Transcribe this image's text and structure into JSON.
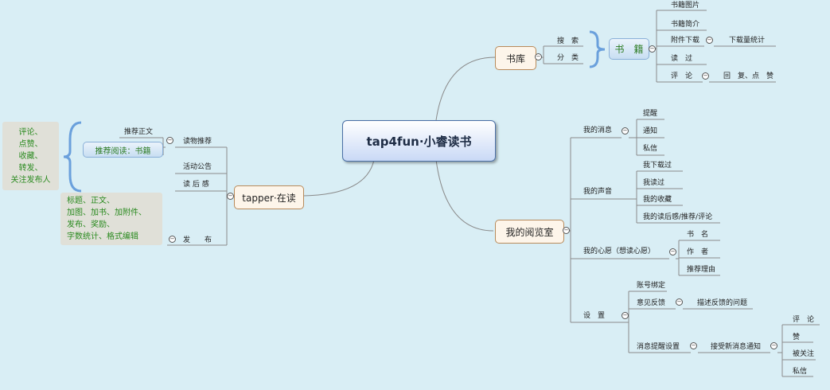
{
  "root": "tap4fun·小睿读书",
  "library": {
    "label": "书库",
    "items": [
      "搜　索",
      "分　类"
    ],
    "books_node": "书　籍",
    "book_children": [
      "书籍图片",
      "书籍简介",
      "附件下载",
      "读　过",
      "评　论"
    ],
    "download_stat": "下载量统计",
    "reply_like": "回　复、点　赞"
  },
  "reading_room": {
    "label": "我的阅览室",
    "my_messages": {
      "label": "我的消息",
      "items": [
        "提醒",
        "通知",
        "私信"
      ]
    },
    "my_voice": {
      "label": "我的声音",
      "items": [
        "我下载过",
        "我读过",
        "我的收藏",
        "我的读后感/推荐/评论"
      ]
    },
    "my_wish": {
      "label": "我的心愿（想读心愿）",
      "items": [
        "书　名",
        "作　者",
        "推荐理由"
      ]
    },
    "settings": {
      "label": "设　置",
      "items": [
        "账号绑定",
        "意见反馈",
        "消息提醒设置"
      ],
      "feedback_child": "描述反馈的问题",
      "notify_child": "接受新消息通知",
      "notify_items": [
        "评　论",
        "赞",
        "被关注",
        "私信"
      ]
    }
  },
  "tapper": {
    "label": "tapper·在读",
    "items": [
      "读物推荐",
      "活动公告",
      "读 后 感",
      "发　　布"
    ],
    "recommend_children": [
      "推荐正文",
      "推荐阅读：书籍"
    ],
    "comment_note": [
      "评论、",
      "点赞、",
      "收藏、",
      "转发、",
      "关注发布人"
    ],
    "publish_note": [
      "标题、正文、",
      "加图、加书、加附件、",
      "发布、奖励、",
      "字数统计、格式编辑"
    ]
  },
  "colors": {
    "line": "#7a7a7a",
    "brace": "#6aa0dc",
    "note": "#2a8a1f",
    "root_border": "#4a6fa5"
  }
}
